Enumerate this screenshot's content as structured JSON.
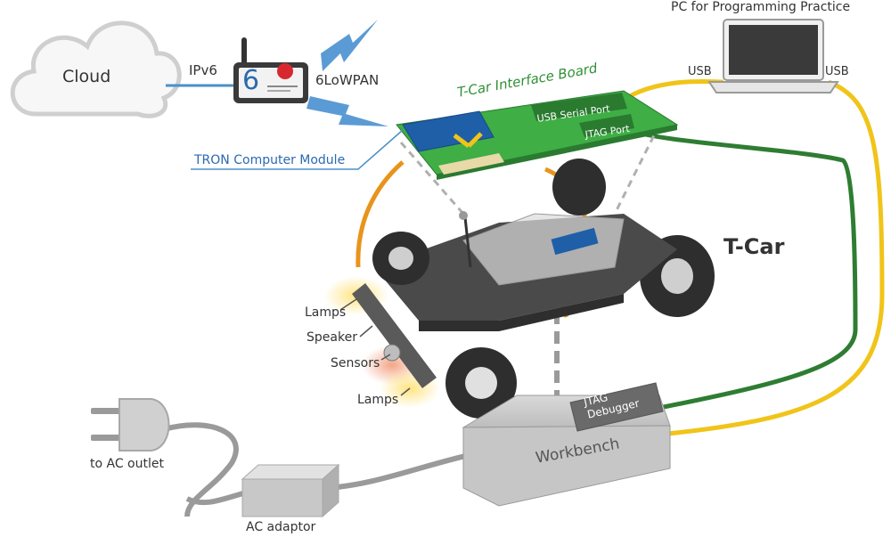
{
  "labels": {
    "cloud": "Cloud",
    "ipv6": "IPv6",
    "sixlowpan": "6LoWPAN",
    "interface_board": "T-Car Interface Board",
    "usb_serial_port": "USB Serial Port",
    "jtag_port": "JTAG Port",
    "tron_module": "TRON Computer Module",
    "pc": "PC for Programming Practice",
    "usb_left": "USB",
    "usb_right": "USB",
    "tcar": "T-Car",
    "lamps_top": "Lamps",
    "speaker": "Speaker",
    "sensors": "Sensors",
    "lamps_bottom": "Lamps",
    "jtag_debugger_line1": "JTAG",
    "jtag_debugger_line2": "Debugger",
    "workbench": "Workbench",
    "ac_outlet": "to AC outlet",
    "ac_adaptor": "AC adaptor"
  },
  "router_display_digit": "6",
  "colors": {
    "board_green": "#3fae45",
    "module_blue": "#1f5fa8",
    "usb_cable_yellow": "#f0c419",
    "jtag_cable_green": "#2e7d32",
    "orange_cable": "#e8941c",
    "gray_cable": "#9a9a9a",
    "link_blue": "#4a90c8",
    "label_blue": "#2a6ab0"
  }
}
